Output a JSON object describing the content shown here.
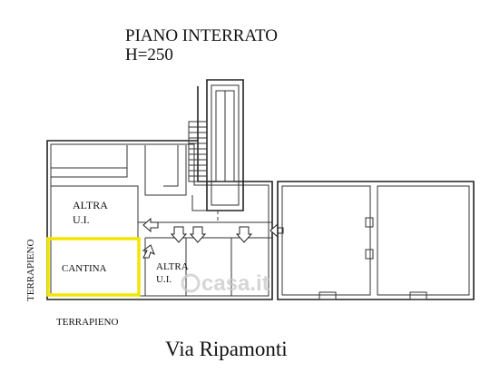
{
  "title": {
    "line1": "PIANO INTERRATO",
    "line2": "H=250"
  },
  "rooms": {
    "altra_ui_left": [
      "ALTRA",
      "U.I."
    ],
    "cantina": "CANTINA",
    "altra_ui_mid": [
      "ALTRA",
      "U.I."
    ]
  },
  "surroundings": {
    "terrapieno_left": "TERRAPIENO",
    "terrapieno_bottom": "TERRAPIENO",
    "street": "Via Ripamonti"
  },
  "watermark": "casa.it",
  "colors": {
    "highlight": "#f2e600",
    "lines": "#222222",
    "watermark": "#c9c9c9"
  }
}
